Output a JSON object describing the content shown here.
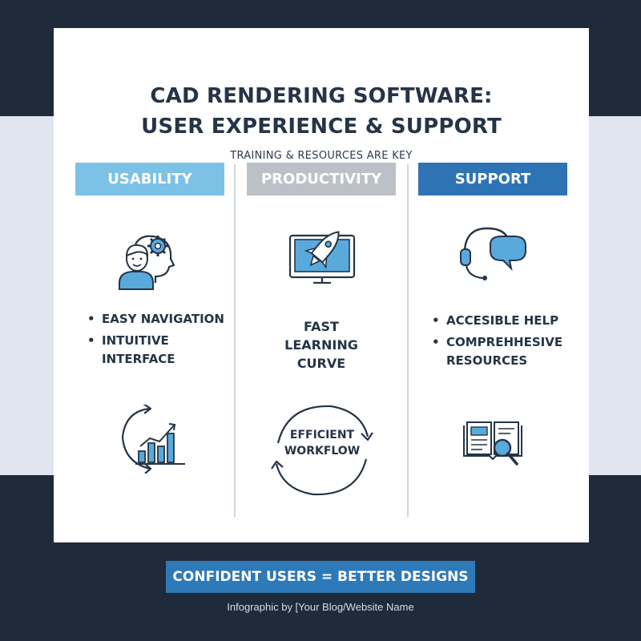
{
  "title_line1": "CAD RENDERING SOFTWARE:",
  "title_line2": "USER EXPERIENCE & SUPPORT",
  "subtitle": "TRAINING & RESOURCES ARE KEY",
  "columns": [
    {
      "header": "USABILITY",
      "color": "#7cc1e6",
      "bullets": [
        "EASY NAVIGATION",
        "INTUITIVE INTERFACE"
      ],
      "top_icon": "user-gear-icon",
      "bottom_icon": "growth-chart-icon"
    },
    {
      "header": "PRODUCTIVITY",
      "color": "#bcc1c8",
      "text_lines": [
        "FAST",
        "LEARNING",
        "CURVE"
      ],
      "cycle_lines": [
        "EFFICIENT",
        "WORKFLOW"
      ],
      "top_icon": "monitor-rocket-icon",
      "bottom_icon": "cycle-arrows-icon"
    },
    {
      "header": "SUPPORT",
      "color": "#2e74b5",
      "bullets": [
        "ACCESIBLE HELP",
        "COMPREHHESIVE RESOURCES"
      ],
      "top_icon": "headset-chat-icon",
      "bottom_icon": "book-search-icon"
    }
  ],
  "banner": "CONFIDENT USERS = BETTER DESIGNS",
  "credit": "Infographic by [Your Blog/Website Name",
  "colors": {
    "navy": "#1f2a3a",
    "band": "#dfe4ef",
    "accent_blue": "#2e79b8",
    "light_blue": "#7cc1e6",
    "icon_blue": "#5aa9dd"
  }
}
